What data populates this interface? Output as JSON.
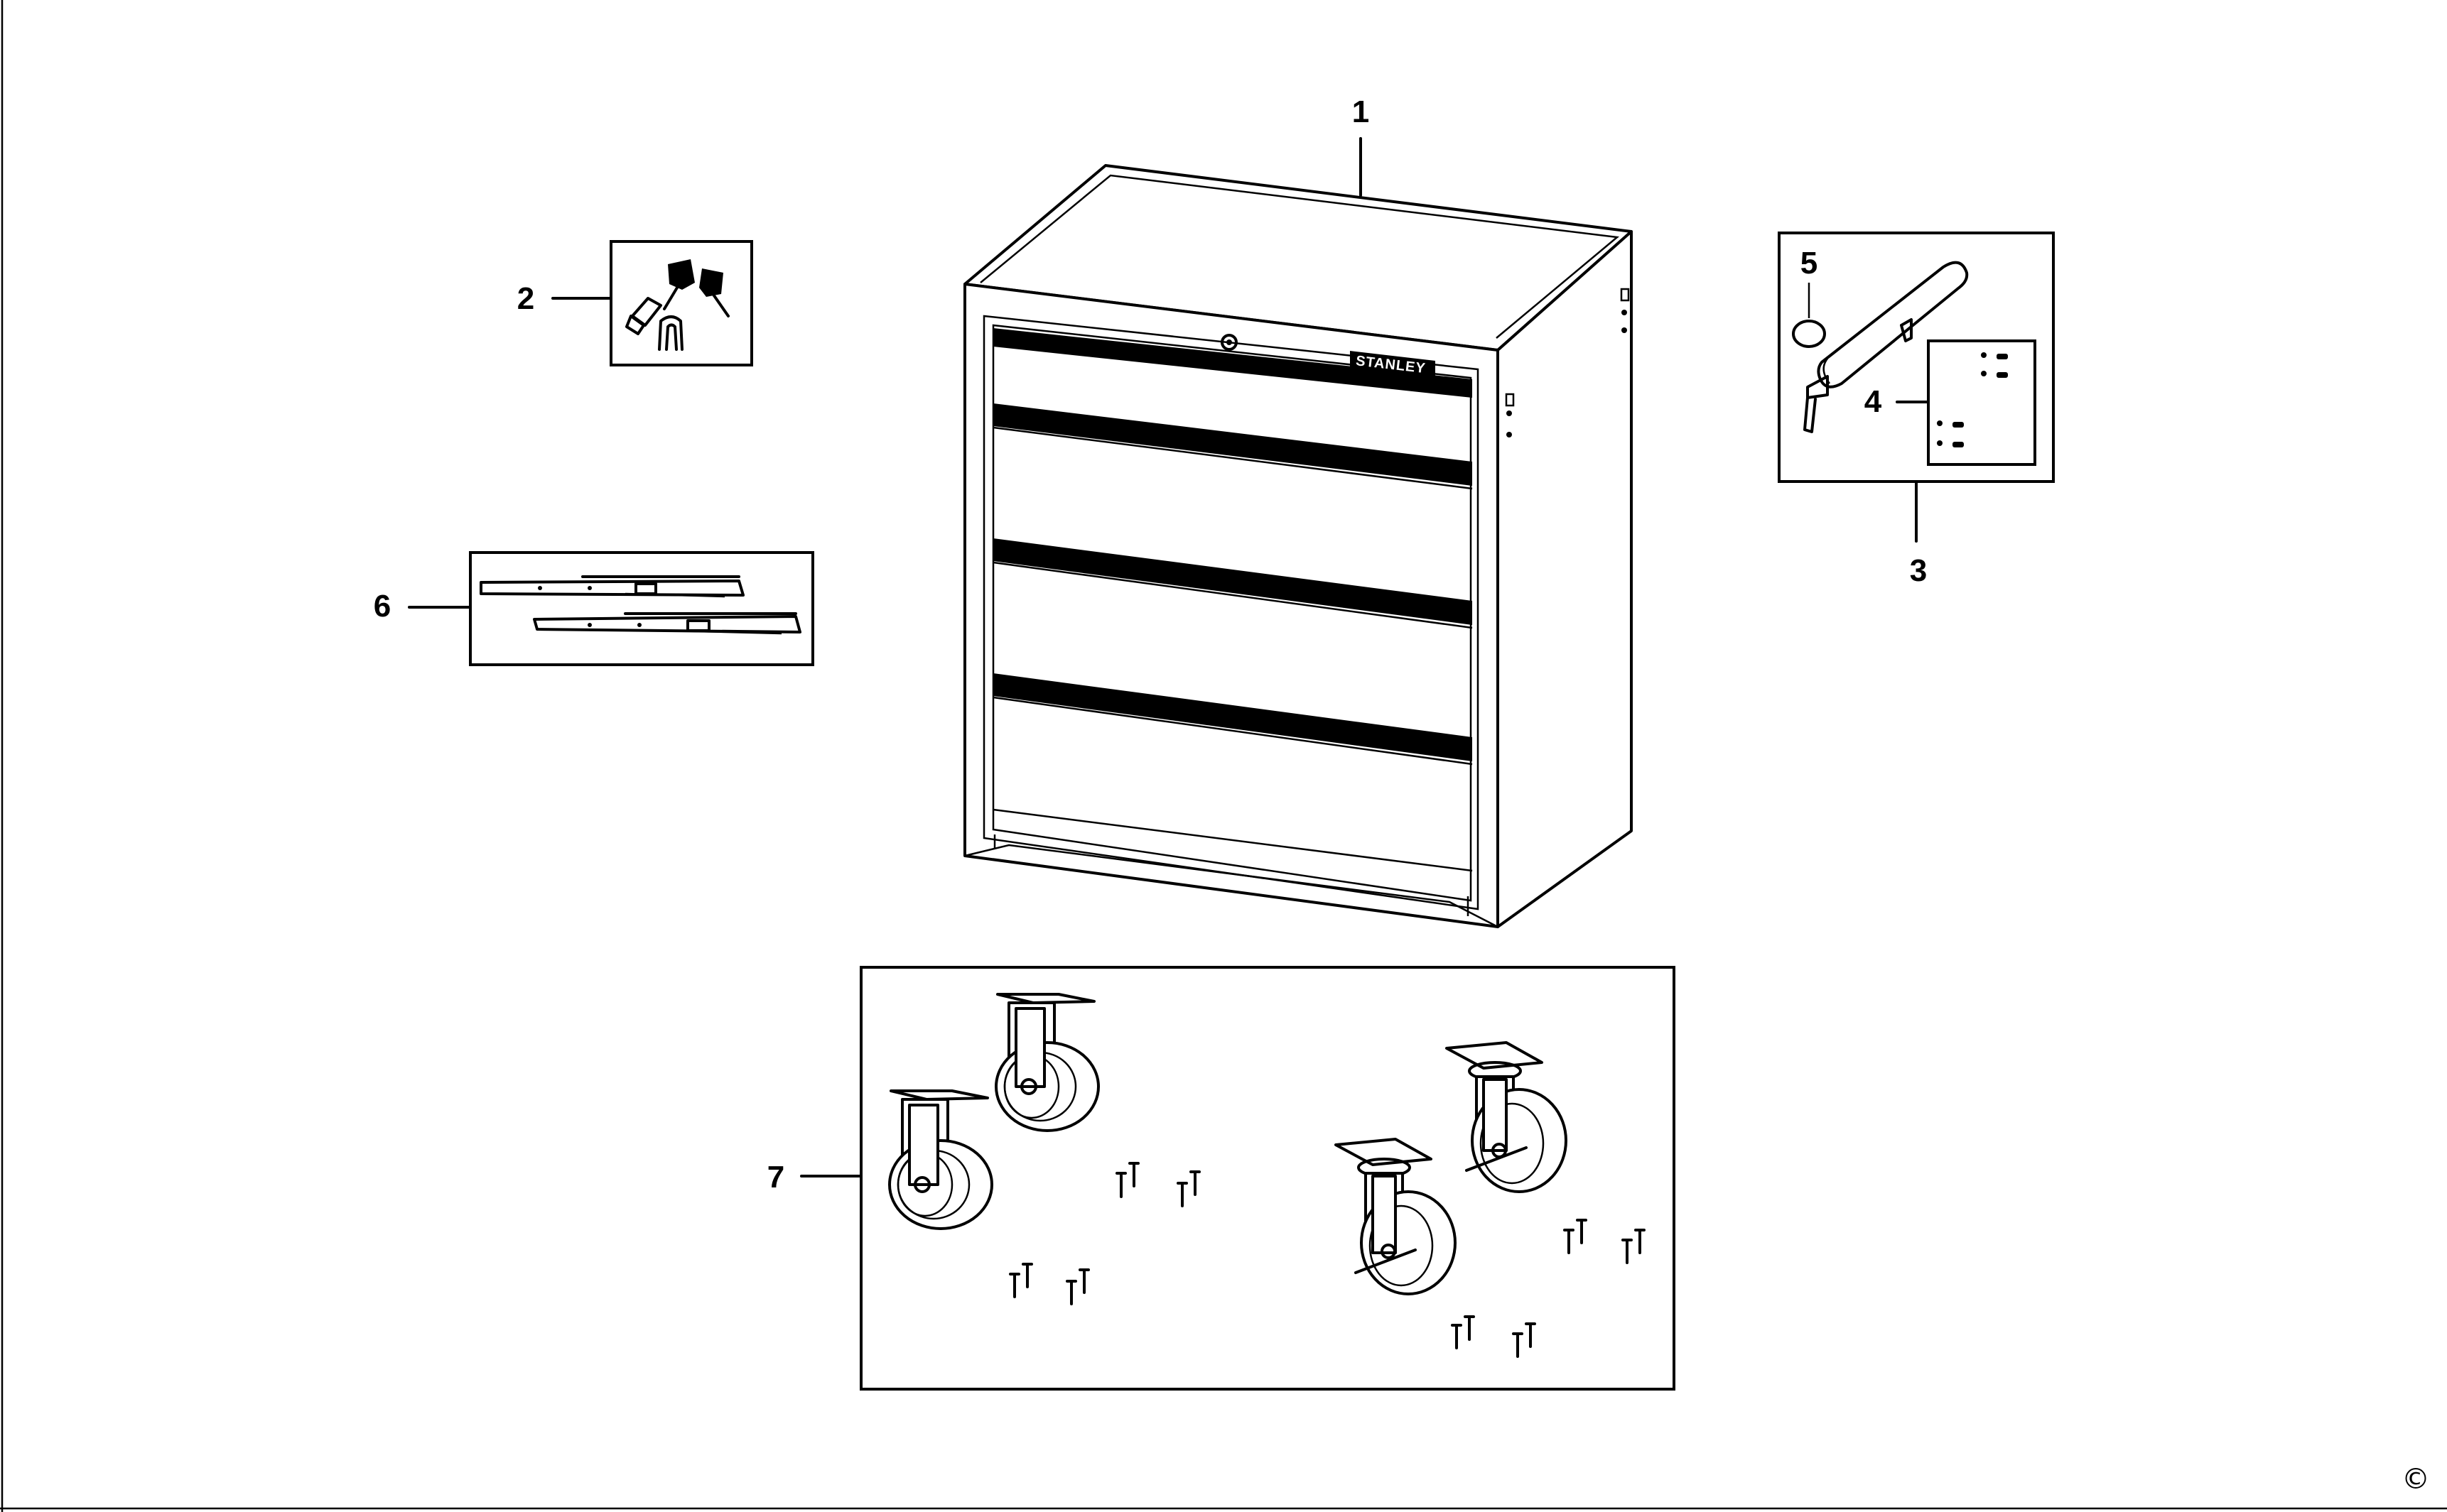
{
  "diagram": {
    "callouts": [
      {
        "id": "1",
        "label": "1"
      },
      {
        "id": "2",
        "label": "2"
      },
      {
        "id": "3",
        "label": "3"
      },
      {
        "id": "4",
        "label": "4"
      },
      {
        "id": "5",
        "label": "5"
      },
      {
        "id": "6",
        "label": "6"
      },
      {
        "id": "7",
        "label": "7"
      }
    ],
    "brand_label": "STANLEY",
    "copyright": "©"
  }
}
